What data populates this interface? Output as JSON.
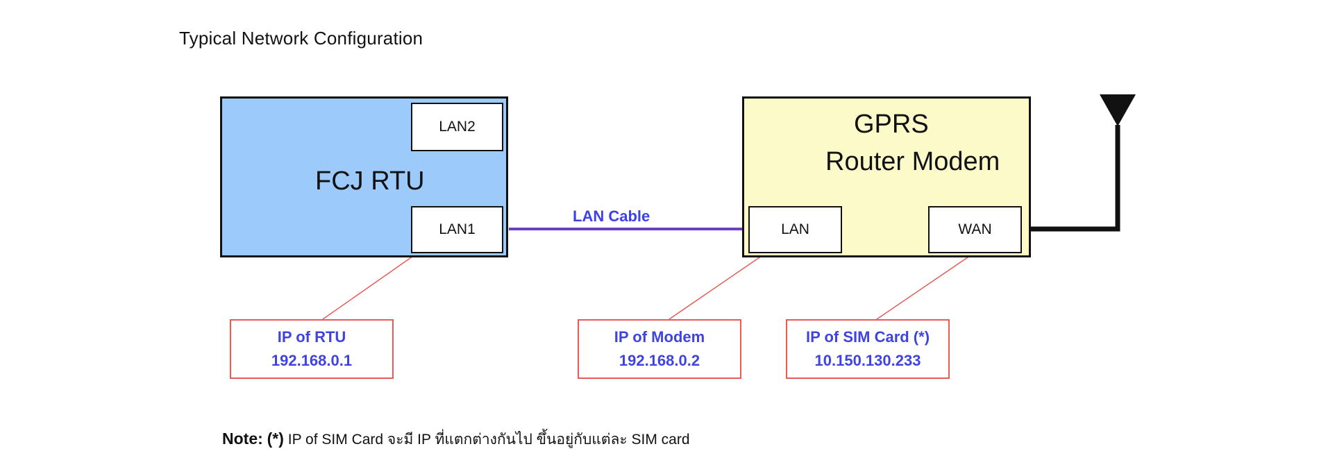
{
  "title": "Typical Network Configuration",
  "rtu": {
    "label": "FCJ RTU",
    "port_top": "LAN2",
    "port_bottom": "LAN1"
  },
  "modem": {
    "label_line1": "GPRS",
    "label_line2": "Router Modem",
    "port_lan": "LAN",
    "port_wan": "WAN"
  },
  "cable_label": "LAN Cable",
  "ip_boxes": [
    {
      "title": "IP of RTU",
      "value": "192.168.0.1"
    },
    {
      "title": "IP of Modem",
      "value": "192.168.0.2"
    },
    {
      "title": "IP of SIM Card (*)",
      "value": "10.150.130.233"
    }
  ],
  "note": {
    "prefix": "Note:",
    "marker": "(*)",
    "text": "IP of SIM Card จะมี IP ที่แตกต่างกันไป ขึ้นอยู่กับแต่ละ SIM card"
  },
  "colors": {
    "rtu_fill": "#9ccbfb",
    "modem_fill": "#fdfac9",
    "cable": "#6b3fbf",
    "dashed_link": "#3b6ff2",
    "ip_text": "#3f44e0",
    "ip_border": "#e55b55",
    "arrow": "#e55b55"
  },
  "icons": [
    "antenna-icon"
  ]
}
